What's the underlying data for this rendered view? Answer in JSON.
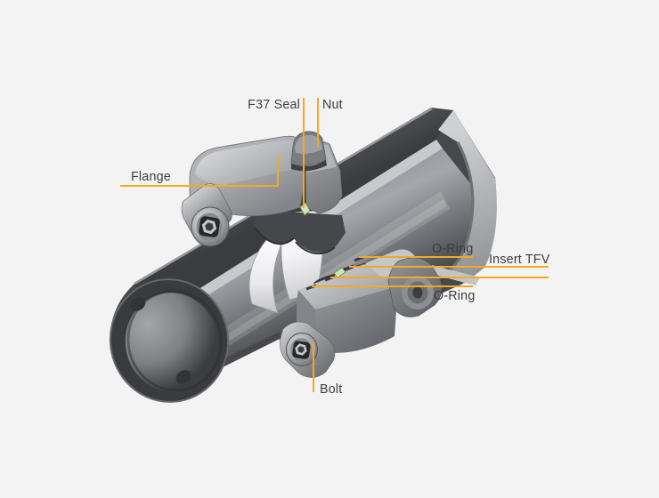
{
  "diagram": {
    "labels": {
      "f37_seal": "F37 Seal",
      "nut": "Nut",
      "flange": "Flange",
      "o_ring_top": "O-Ring",
      "insert_tfv": "Insert TFV",
      "o_ring_bottom": "O-Ring",
      "bolt": "Bolt"
    },
    "colors": {
      "background": "#f3f3f4",
      "leader_line": "#f6a820",
      "label_text": "#3d3d3d",
      "seal_highlight": "#cfe5ba",
      "pipe_dark": "#47484c",
      "metal_light": "#c8c9cd",
      "sleeve_white": "#fafafb"
    }
  }
}
